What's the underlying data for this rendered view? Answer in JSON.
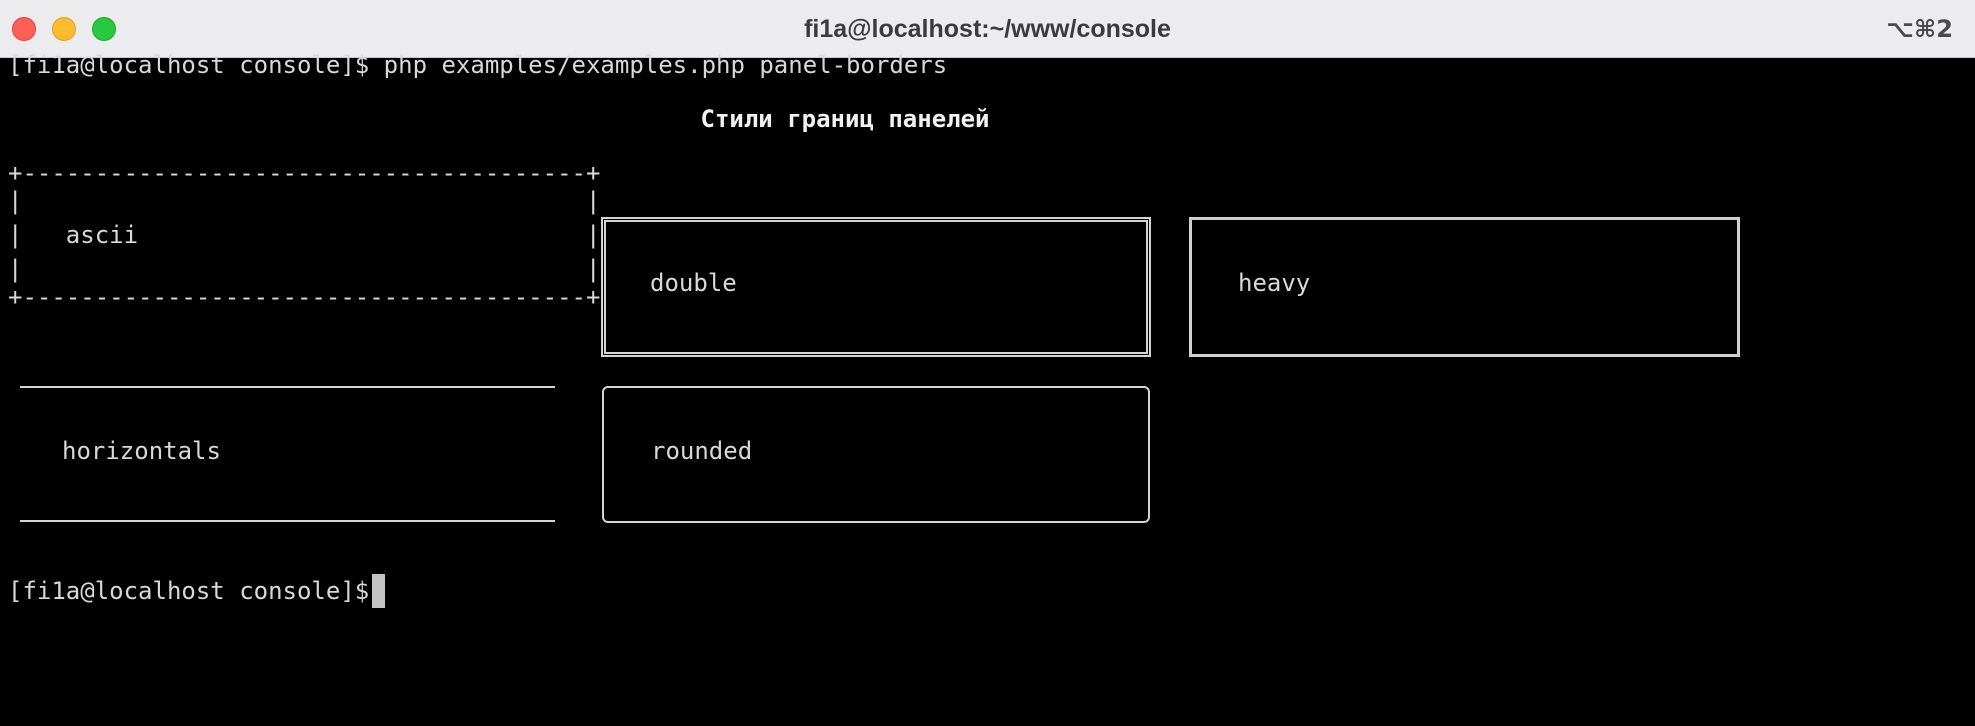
{
  "window": {
    "title": "fi1a@localhost:~/www/console",
    "shortcut": "⌥⌘2"
  },
  "terminal": {
    "command_line": "[fi1a@localhost console]$ php examples/examples.php panel-borders",
    "heading": "Стили границ панелей",
    "prompt": "[fi1a@localhost console]$ ",
    "panels": [
      {
        "style": "ascii",
        "label": "ascii"
      },
      {
        "style": "double",
        "label": "double"
      },
      {
        "style": "heavy",
        "label": "heavy"
      },
      {
        "style": "horizontals",
        "label": "horizontals"
      },
      {
        "style": "rounded",
        "label": "rounded"
      }
    ],
    "ascii_border": {
      "top": "+---------------------------------------+",
      "side_empty": "|                                       |",
      "side_label": "|   ascii                               |",
      "bottom": "+---------------------------------------+"
    }
  },
  "colors": {
    "background": "#000000",
    "foreground": "#d8d8d8",
    "titlebar": "#ececee",
    "close": "#fe5f57",
    "minimize": "#febc2e",
    "maximize": "#28c840"
  }
}
